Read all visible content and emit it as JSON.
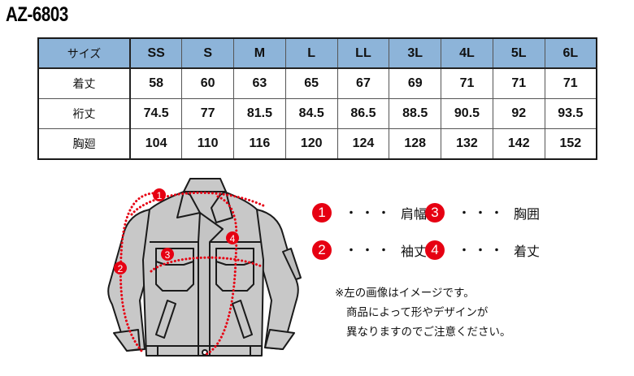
{
  "model": "AZ-6803",
  "size_table": {
    "header_label": "サイズ",
    "sizes": [
      "SS",
      "S",
      "M",
      "L",
      "LL",
      "3L",
      "4L",
      "5L",
      "6L"
    ],
    "header_color": "#8db4d9",
    "rows": [
      {
        "label": "着丈",
        "values": [
          "58",
          "60",
          "63",
          "65",
          "67",
          "69",
          "71",
          "71",
          "71"
        ]
      },
      {
        "label": "裄丈",
        "values": [
          "74.5",
          "77",
          "81.5",
          "84.5",
          "86.5",
          "88.5",
          "90.5",
          "92",
          "93.5"
        ]
      },
      {
        "label": "胸廻",
        "values": [
          "104",
          "110",
          "116",
          "120",
          "124",
          "128",
          "132",
          "142",
          "152"
        ]
      }
    ]
  },
  "diagram": {
    "marker_color": "#e60012",
    "markers": [
      "1",
      "2",
      "3",
      "4"
    ]
  },
  "legend": [
    {
      "num": "1",
      "dots": "・・・",
      "label": "肩幅"
    },
    {
      "num": "3",
      "dots": "・・・",
      "label": "胸囲"
    },
    {
      "num": "2",
      "dots": "・・・",
      "label": "袖丈"
    },
    {
      "num": "4",
      "dots": "・・・",
      "label": "着丈"
    }
  ],
  "note": [
    "※左の画像はイメージです。",
    "商品によって形やデザインが",
    "異なりますのでご注意ください。"
  ]
}
